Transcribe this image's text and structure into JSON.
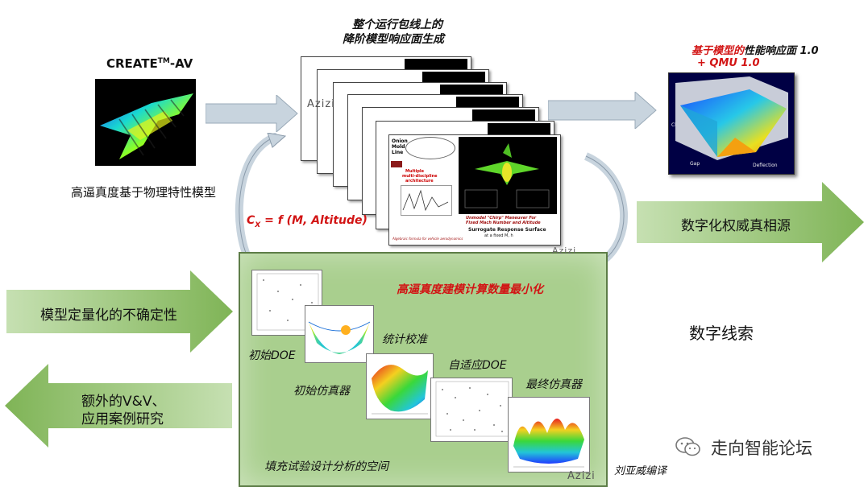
{
  "create_av": {
    "title_prefix": "CREATE",
    "superscript": "TM",
    "title_suffix": "-AV",
    "caption": "高逼真度基于物理特性模型"
  },
  "top_center": {
    "line1": "整个运行包线上的",
    "line2": "降阶模型响应面生成"
  },
  "formula": {
    "text": "C",
    "sub": "X",
    "rest": " = f (M, Altitude)"
  },
  "top_right": {
    "red_part": "基于模型的",
    "black_part": "性能响应面 1.0",
    "qmu": "+ QMU 1.0"
  },
  "plot_axes": {
    "z_label": "Cl",
    "x_label": "Deflection",
    "y_label": "Gap"
  },
  "right_arrow": {
    "label": "数字化权威真相源"
  },
  "digital_thread": {
    "label": "数字线索"
  },
  "left_arrow_1": {
    "label": "模型定量化的不确定性"
  },
  "left_arrow_2": {
    "line1": "额外的V&V、",
    "line2": "应用案例研究"
  },
  "panel": {
    "heading": "高逼真度建模计算数量最小化",
    "initial_doe": "初始DOE",
    "calibration": "统计校准",
    "initial_emulator": "初始仿真器",
    "adaptive_doe": "自适应DOE",
    "final_emulator": "最终仿真器",
    "footer": "填充试验设计分析的空间"
  },
  "slide_front": {
    "caption1": "Unmodel \"Chirp\" Maneuver For",
    "caption2": "Fixed Mach Number and Altitude",
    "caption3": "Surrogate Response Surface",
    "caption4": "at a fixed M, h",
    "box_label": "Multiple",
    "box_label2": "multi-discipline",
    "box_label3": "architecture",
    "left_label1": "Onion",
    "left_label2": "Mold",
    "left_label3": "Line",
    "algebra": "Algebraic formula for vehicle aerodynamics"
  },
  "watermarks": {
    "azizi1": "Azizi",
    "azizi2": "Azizi",
    "azizi3": "Azizi",
    "translator": "刘亚威编译"
  },
  "brand": {
    "name": "走向智能论坛"
  },
  "colors": {
    "green_arrow": "#8fc06a",
    "gray_arrow": "#c8d4de",
    "panel_bg": "#a9cf8e",
    "red_text": "#d21414"
  }
}
